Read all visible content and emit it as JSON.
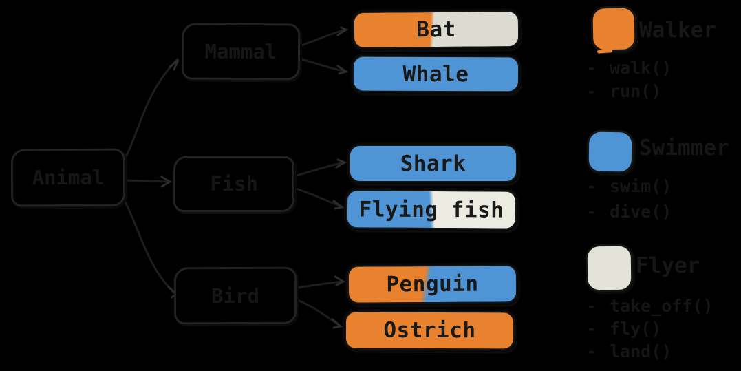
{
  "canvas": {
    "background": "#000000"
  },
  "tree": {
    "root": {
      "label": "Animal"
    },
    "branches": [
      {
        "label": "Mammal",
        "children": [
          "Bat",
          "Whale"
        ]
      },
      {
        "label": "Fish",
        "children": [
          "Shark",
          "Flying fish"
        ]
      },
      {
        "label": "Bird",
        "children": [
          "Penguin",
          "Ostrich"
        ]
      }
    ],
    "leaves": [
      {
        "label": "Bat",
        "traits": [
          "Walker",
          "Flyer"
        ],
        "colors": [
          "#e8822e",
          "#dbdbd1"
        ]
      },
      {
        "label": "Whale",
        "traits": [
          "Swimmer"
        ],
        "colors": [
          "#4f94d4"
        ]
      },
      {
        "label": "Shark",
        "traits": [
          "Swimmer"
        ],
        "colors": [
          "#4f94d4"
        ]
      },
      {
        "label": "Flying fish",
        "traits": [
          "Swimmer",
          "Flyer"
        ],
        "colors": [
          "#4f94d4",
          "#ecebe1"
        ]
      },
      {
        "label": "Penguin",
        "traits": [
          "Walker",
          "Swimmer"
        ],
        "colors": [
          "#e8822e",
          "#4f94d4"
        ]
      },
      {
        "label": "Ostrich",
        "traits": [
          "Walker"
        ],
        "colors": [
          "#e8822e"
        ]
      }
    ]
  },
  "legend": {
    "bullet": "-",
    "entries": [
      {
        "name": "Walker",
        "color": "#e8822e",
        "methods": [
          "walk()",
          "run()"
        ]
      },
      {
        "name": "Swimmer",
        "color": "#4f94d4",
        "methods": [
          "swim()",
          "dive()"
        ]
      },
      {
        "name": "Flyer",
        "color": "#e3e3da",
        "methods": [
          "take_off()",
          "fly()",
          "land()"
        ]
      }
    ]
  }
}
